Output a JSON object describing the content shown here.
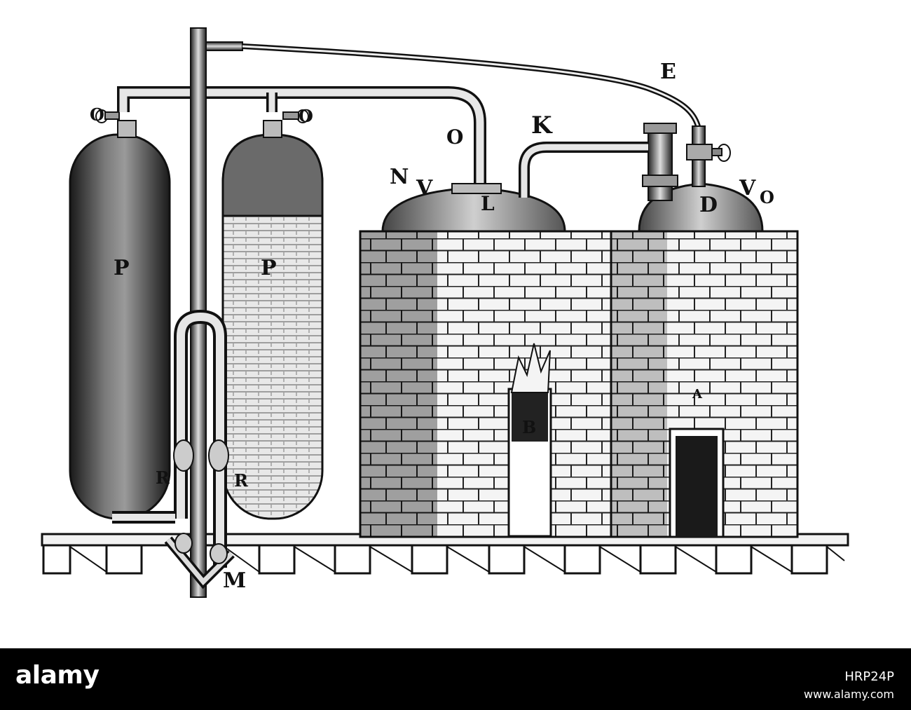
{
  "figure": {
    "labels": {
      "E": "E",
      "K": "K",
      "O_pipe": "O",
      "N": "N",
      "V_left": "V",
      "L": "L",
      "D": "D",
      "V_right": "V",
      "O_right": "O",
      "P_left": "P",
      "P_right": "P",
      "R_left": "R",
      "R_right": "R",
      "M": "M",
      "A": "A",
      "B": "B",
      "O_valve_left": "O",
      "O_valve_right": "O"
    }
  },
  "stock_bar": {
    "brand": "alamy",
    "image_id": "HRP24P",
    "url": "www.alamy.com"
  }
}
